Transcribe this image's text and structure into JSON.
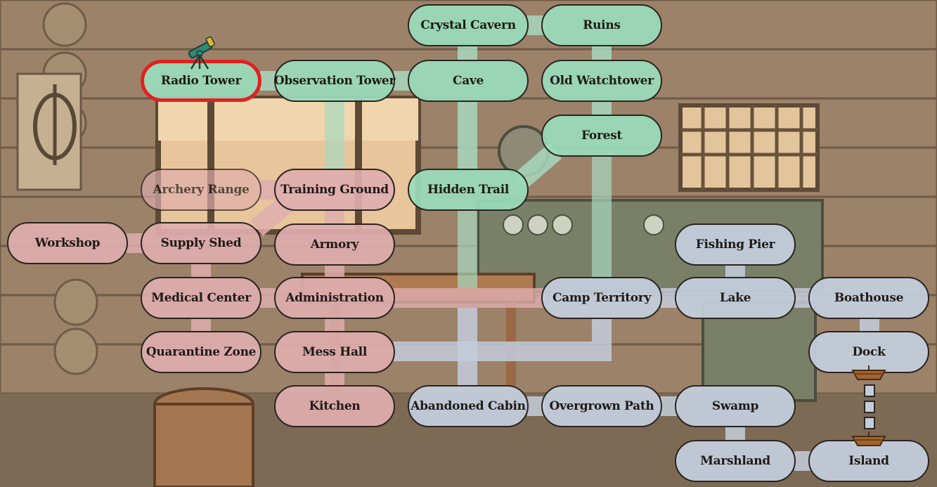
{
  "map": {
    "colors": {
      "north_region": "#9adcbc",
      "west_region": "#deaeae",
      "south_east_region": "#c4cddc",
      "current_location_outline": "#e22020"
    },
    "current_location": "Radio Tower",
    "current_location_marker": "telescope-icon",
    "boat_icons": [
      "boat-icon",
      "boat-icon"
    ],
    "locations": {
      "crystal_cavern": "Crystal Cavern",
      "ruins": "Ruins",
      "radio_tower": "Radio Tower",
      "observation_tower": "Observation Tower",
      "cave": "Cave",
      "old_watchtower": "Old Watchtower",
      "forest": "Forest",
      "archery_range": "Archery Range",
      "training_ground": "Training Ground",
      "hidden_trail": "Hidden Trail",
      "workshop": "Workshop",
      "supply_shed": "Supply Shed",
      "armory": "Armory",
      "fishing_pier": "Fishing Pier",
      "medical_center": "Medical Center",
      "administration": "Administration",
      "camp_territory": "Camp Territory",
      "lake": "Lake",
      "boathouse": "Boathouse",
      "quarantine_zone": "Quarantine Zone",
      "mess_hall": "Mess Hall",
      "dock": "Dock",
      "kitchen": "Kitchen",
      "abandoned_cabin": "Abandoned Cabin",
      "overgrown_path": "Overgrown Path",
      "swamp": "Swamp",
      "marshland": "Marshland",
      "island": "Island"
    }
  }
}
